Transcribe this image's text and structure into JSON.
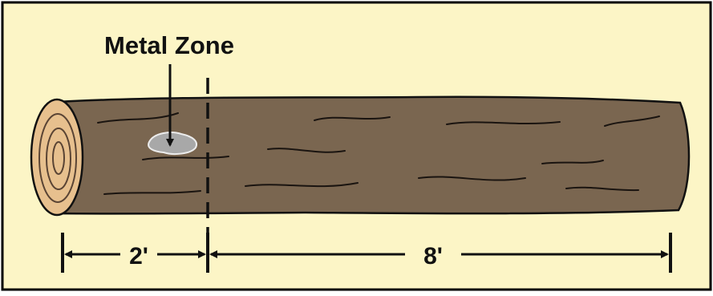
{
  "diagram": {
    "title": "Metal Zone",
    "segments": [
      {
        "label": "2'"
      },
      {
        "label": "8'"
      }
    ]
  },
  "colors": {
    "background": "#FCF5C6",
    "border": "#000000",
    "bark": "#7A6650",
    "bark_shadow": "#6A5744",
    "end_grain": "#E7C08E",
    "end_rings": "#5A4434",
    "metal": "#A8A8A8",
    "ink": "#111111"
  }
}
